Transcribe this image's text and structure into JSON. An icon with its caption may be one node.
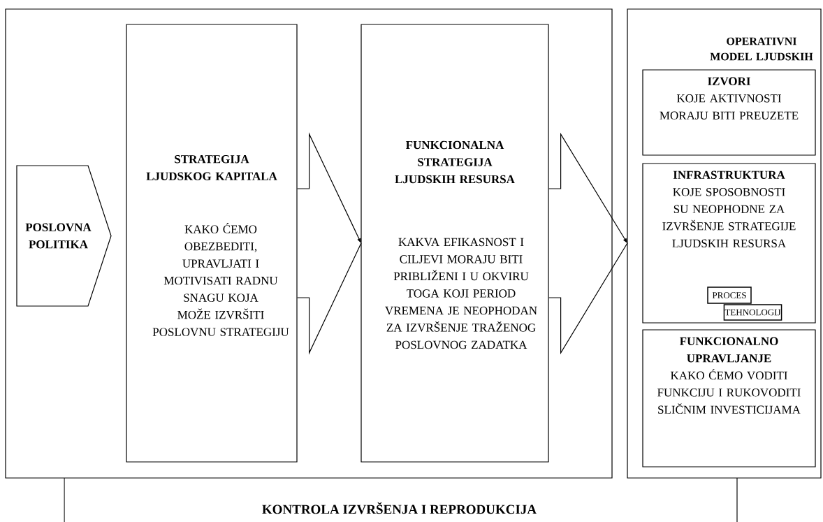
{
  "diagram": {
    "nodes": [
      {
        "text": [],
        "shape": "box"
      },
      {
        "text": [
          "POSLOVNA POLITIKA"
        ],
        "in": 0
      },
      {
        "text": [
          "STRATEGIJA LJUDSKOG KAPITALA",
          "KAKO ĆEMO OBEZBEDITI, UPRAVLJATI I MOTIVISATI RADNU SNAGU KOJA MOŽE IZVRŠITI POSLOVNU STRATEGIJU"
        ],
        "in": 0
      },
      {
        "text": [
          "FUNKCIONALNA STRATEGIJA LJUDSKIH RESURSA",
          "KAKVA EFIKASNOST I CILJEVI MORAJU BITI PRIBLIŽENI I U OKVIRU TOGA KOJI PERIOD VREMENA JE NEOPHODAN ZA IZVRŠENJE TRAŽENOG POSLOVNOG ZADATKA"
        ],
        "in": 0
      },
      {
        "text": [
          "OPERATIVNI MODEL LJUDSKIH"
        ]
      },
      {
        "text": [
          "IZVORI",
          "KOJE AKTIVNOSTI MORAJU BITI PREUZETE"
        ],
        "in": 4
      },
      {
        "text": [
          "INFRASTRUKTURA",
          "KOJE SPOSOBNOSTI SU NEOPHODNE ZA IZVRŠENJE STRATEGIJE LJUDSKIH RESURSA"
        ],
        "in": 4
      },
      {
        "text": [
          "PROCES"
        ],
        "in": 6
      },
      {
        "text": [
          "TEHNOLOGIJ"
        ],
        "in": 6
      },
      {
        "text": [
          "FUNKCIONALNO UPRAVLJANJE",
          "KAKO ĆEMO VODITI FUNKCIJU I RUKOVODITI SLIČNIM INVESTICIJAMA"
        ],
        "in": 4
      },
      {
        "text": [
          "KONTROLA IZVRŠENJA I REPRODUKCIJA"
        ]
      }
    ],
    "edges": [
      {
        "from": 2,
        "to": 3,
        "arrow": "to"
      },
      {
        "from": 3,
        "to": 4,
        "arrow": "to"
      }
    ]
  }
}
